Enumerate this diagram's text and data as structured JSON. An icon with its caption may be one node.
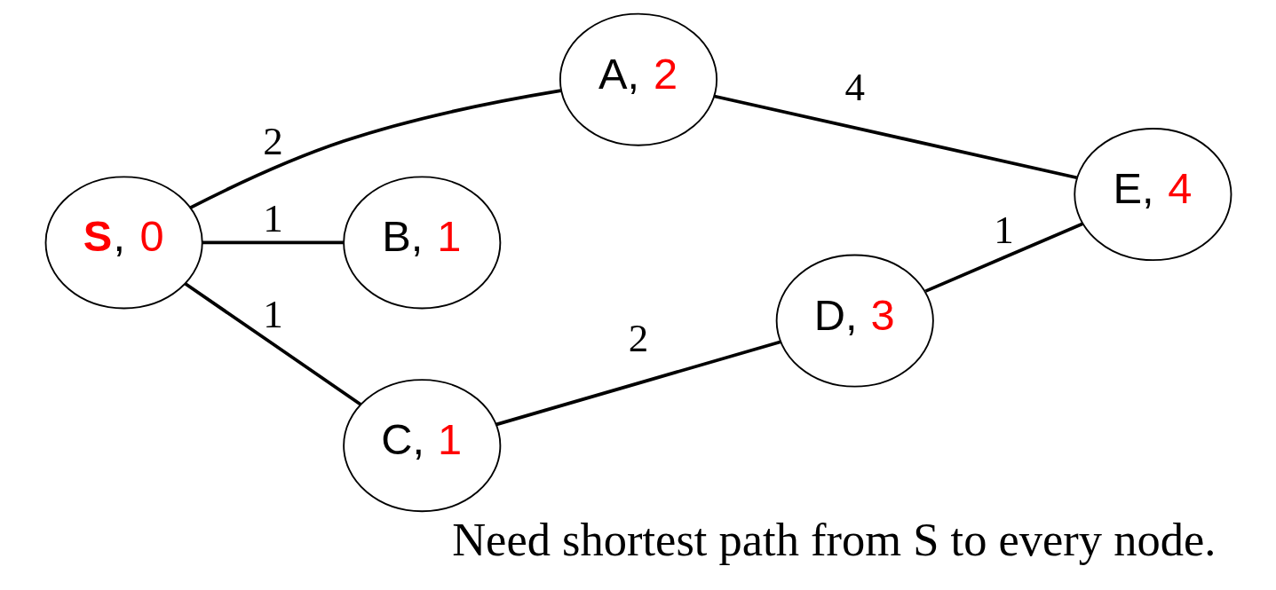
{
  "diagram": {
    "caption": "Need shortest path from S to every node.",
    "nodes": [
      {
        "text": [
          "S, 0"
        ]
      },
      {
        "text": [
          "A, 2"
        ]
      },
      {
        "text": [
          "B, 1"
        ]
      },
      {
        "text": [
          "C, 1"
        ]
      },
      {
        "text": [
          "D, 3"
        ]
      },
      {
        "text": [
          "E, 4"
        ]
      }
    ],
    "edges": [
      {
        "from": 0,
        "to": 1,
        "arrow": "none",
        "label": "2"
      },
      {
        "from": 0,
        "to": 3,
        "arrow": "none",
        "label": "1"
      },
      {
        "from": 0,
        "to": 2,
        "arrow": "none",
        "label": "1"
      },
      {
        "from": 1,
        "to": 5,
        "arrow": "none",
        "label": "4"
      },
      {
        "from": 3,
        "to": 4,
        "arrow": "none",
        "label": "2"
      },
      {
        "from": 4,
        "to": 5,
        "arrow": "none",
        "label": "1"
      }
    ]
  }
}
